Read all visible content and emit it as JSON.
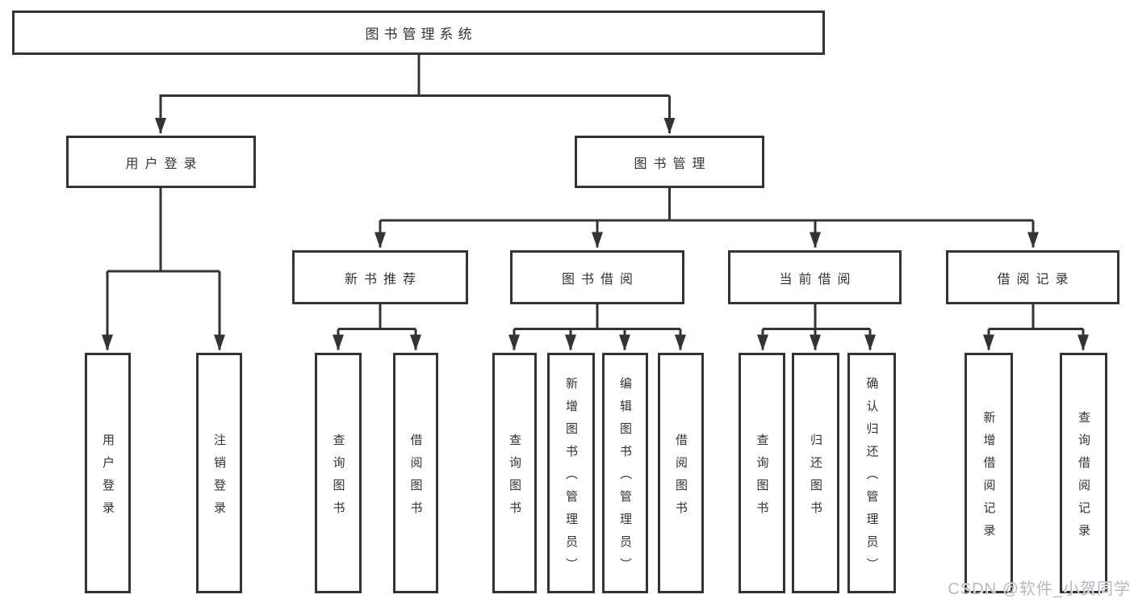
{
  "nodes": {
    "root": "图书管理系统",
    "user_login": "用户登录",
    "book_mgmt": "图书管理",
    "new_book_rec": "新书推荐",
    "book_borrow": "图书借阅",
    "current_borrow": "当前借阅",
    "borrow_records": "借阅记录",
    "leaves": {
      "user": [
        "用户登录",
        "注销登录"
      ],
      "recommend": [
        "查询图书",
        "借阅图书"
      ],
      "borrow": [
        "查询图书",
        "新增图书（管理员）",
        "编辑图书（管理员）",
        "借阅图书"
      ],
      "current": [
        "查询图书",
        "归还图书",
        "确认归还（管理员）"
      ],
      "records": [
        "新增借阅记录",
        "查询借阅记录"
      ]
    }
  },
  "watermark": "CSDN @软件_小贺同学",
  "colors": {
    "line": "#333333",
    "text": "#333333",
    "watermark": "#b5b9c0",
    "background": "#ffffff"
  }
}
